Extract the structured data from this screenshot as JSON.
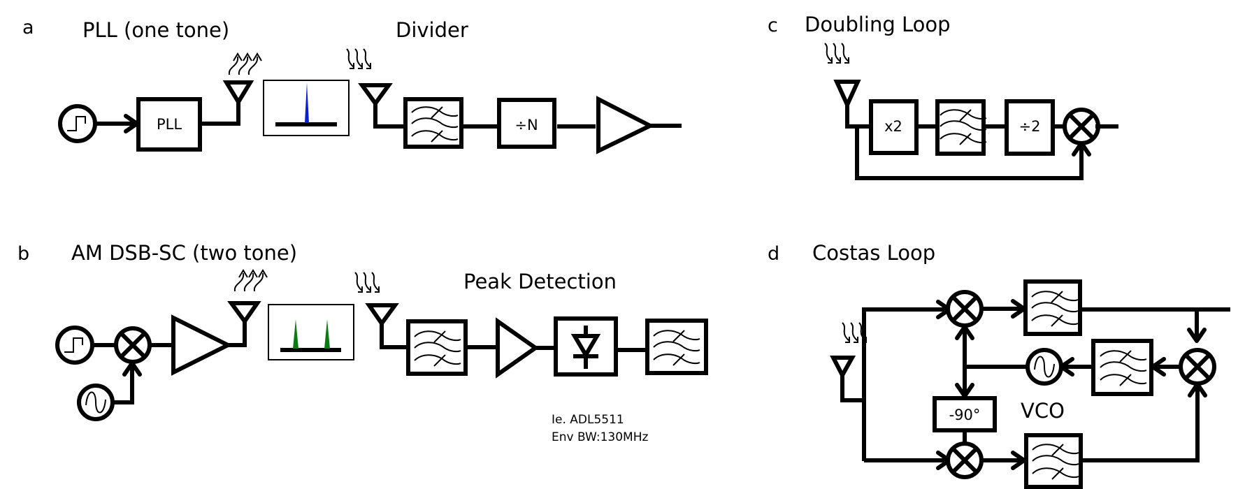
{
  "panels": {
    "a": {
      "label": "a",
      "title": "PLL (one tone)",
      "pll_block": "PLL",
      "divider_title": "Divider",
      "divide_block": "÷N",
      "spectrum": {
        "tones": 1,
        "color": "#0a1fd6"
      }
    },
    "b": {
      "label": "b",
      "title": "AM DSB-SC (two tone)",
      "peak_title": "Peak Detection",
      "note_line1": "Ie. ADL5511",
      "note_line2": "Env BW:130MHz",
      "spectrum": {
        "tones": 2,
        "color": "#0a7a12"
      }
    },
    "c": {
      "label": "c",
      "title": "Doubling Loop",
      "multiply_block": "x2",
      "divide_block": "÷2"
    },
    "d": {
      "label": "d",
      "title": "Costas Loop",
      "phase_block": "-90°",
      "vco_label": "VCO"
    }
  }
}
